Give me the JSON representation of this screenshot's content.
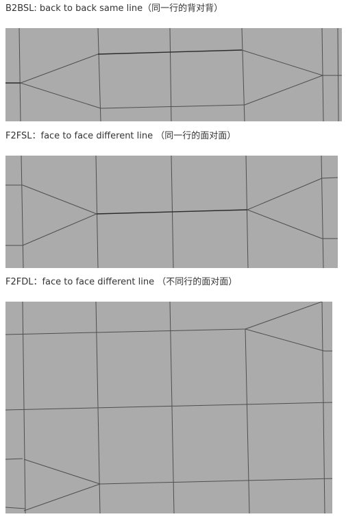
{
  "sections": [
    {
      "caption": "B2BSL: back to back same line（同一行的背对背）"
    },
    {
      "caption": "F2FSL：face to face different line （同一行的面对面）"
    },
    {
      "caption": "F2FDL：face to face different line （不同行的面对面）"
    }
  ],
  "colors": {
    "mesh_background": "#ababab",
    "mesh_edge": "#4e4e4e",
    "caption_text": "#333333"
  }
}
